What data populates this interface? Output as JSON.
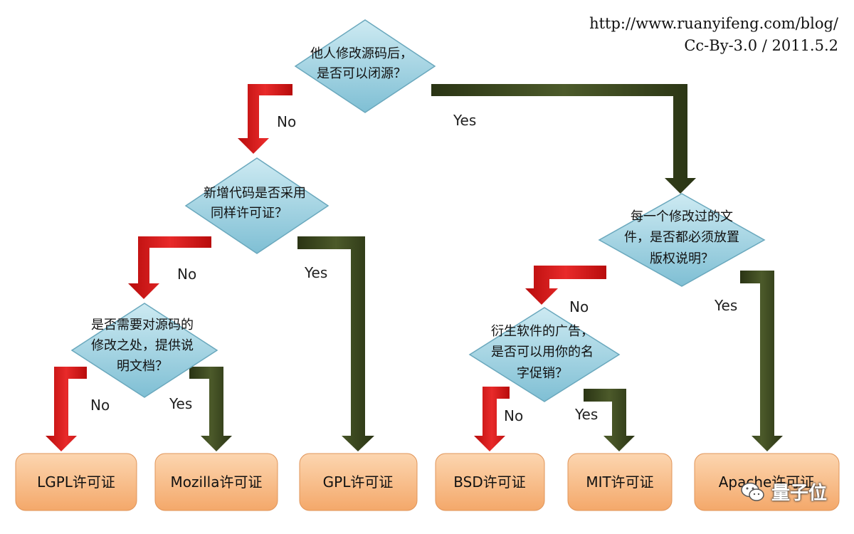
{
  "credit": {
    "url": "http://www.ruanyifeng.com/blog/",
    "license": "Cc-By-3.0 / 2011.5.2"
  },
  "watermark": "量子位",
  "colors": {
    "no_arrow": "#d01010",
    "yes_arrow": "#34401c",
    "decision_fill": "#8ec9dc",
    "leaf_fill": "#f8b67e"
  },
  "questions": {
    "q1": [
      "他人修改源码后，",
      "是否可以闭源？"
    ],
    "q2": [
      "新增代码是否采用",
      "同样许可证？"
    ],
    "q3": [
      "是否需要对源码的",
      "修改之处，提供说",
      "明文档？"
    ],
    "q4": [
      "每一个修改过的文",
      "件，是否都必须放置",
      "版权说明？"
    ],
    "q5": [
      "衍生软件的广告，",
      "是否可以用你的名",
      "字促销？"
    ]
  },
  "edge_labels": {
    "no": "No",
    "yes": "Yes"
  },
  "licenses": {
    "lgpl": "LGPL许可证",
    "mozilla": "Mozilla许可证",
    "gpl": "GPL许可证",
    "bsd": "BSD许可证",
    "mit": "MIT许可证",
    "apache": "Apache许可证"
  }
}
